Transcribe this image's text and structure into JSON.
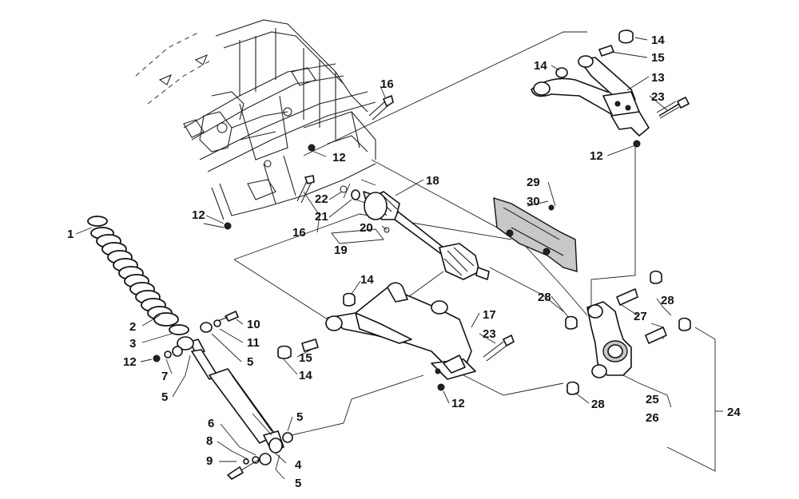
{
  "callouts": {
    "c1": "1",
    "c2": "2",
    "c3": "3",
    "c4": "4",
    "c5a": "5",
    "c5b": "5",
    "c5c": "5",
    "c5d": "5",
    "c6": "6",
    "c7": "7",
    "c8": "8",
    "c9": "9",
    "c10": "10",
    "c11": "11",
    "c12a": "12",
    "c12b": "12",
    "c12c": "12",
    "c12d": "12",
    "c12e": "12",
    "c13": "13",
    "c14a": "14",
    "c14b": "14",
    "c14c": "14",
    "c14d": "14",
    "c15a": "15",
    "c15b": "15",
    "c16a": "16",
    "c16b": "16",
    "c17": "17",
    "c18": "18",
    "c19": "19",
    "c20": "20",
    "c21": "21",
    "c22": "22",
    "c23a": "23",
    "c23b": "23",
    "c24": "24",
    "c25": "25",
    "c26": "26",
    "c27": "27",
    "c28a": "28",
    "c28b": "28",
    "c28c": "28",
    "c29": "29",
    "c30": "30"
  }
}
